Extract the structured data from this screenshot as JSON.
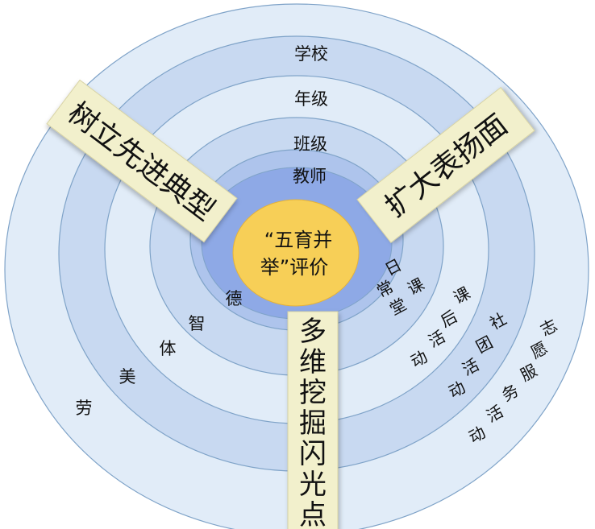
{
  "center": {
    "line1": "“五育并",
    "line2": "举”评价"
  },
  "rings": [
    "学校",
    "年级",
    "班级",
    "教师"
  ],
  "wuyu": [
    "劳",
    "美",
    "体",
    "智",
    "德"
  ],
  "activities": {
    "daily": [
      "日",
      "常",
      "课",
      "堂"
    ],
    "after_school": [
      "课",
      "后",
      "活",
      "动"
    ],
    "club": [
      "社",
      "团",
      "活",
      "动"
    ],
    "volunteer": [
      "志",
      "愿",
      "服",
      "务",
      "活",
      "动"
    ]
  },
  "banners": {
    "left": "树立先进典型",
    "right": "扩大表扬面",
    "bottom": [
      "多",
      "维",
      "挖",
      "掘",
      "闪",
      "光",
      "点"
    ]
  },
  "colors": {
    "ring_outer": "#e1ecf8",
    "ring_2": "#c8d9f1",
    "ring_3": "#e1ecf8",
    "ring_4": "#c8d9f1",
    "ring_5": "#aec4ec",
    "ring_inner": "#8ea9e6",
    "ring_stroke": "#7fa3c8",
    "center_fill": "#f7cf57",
    "banner_fill": "#f2f0cc",
    "banner_stroke": "#d8d3a4"
  }
}
